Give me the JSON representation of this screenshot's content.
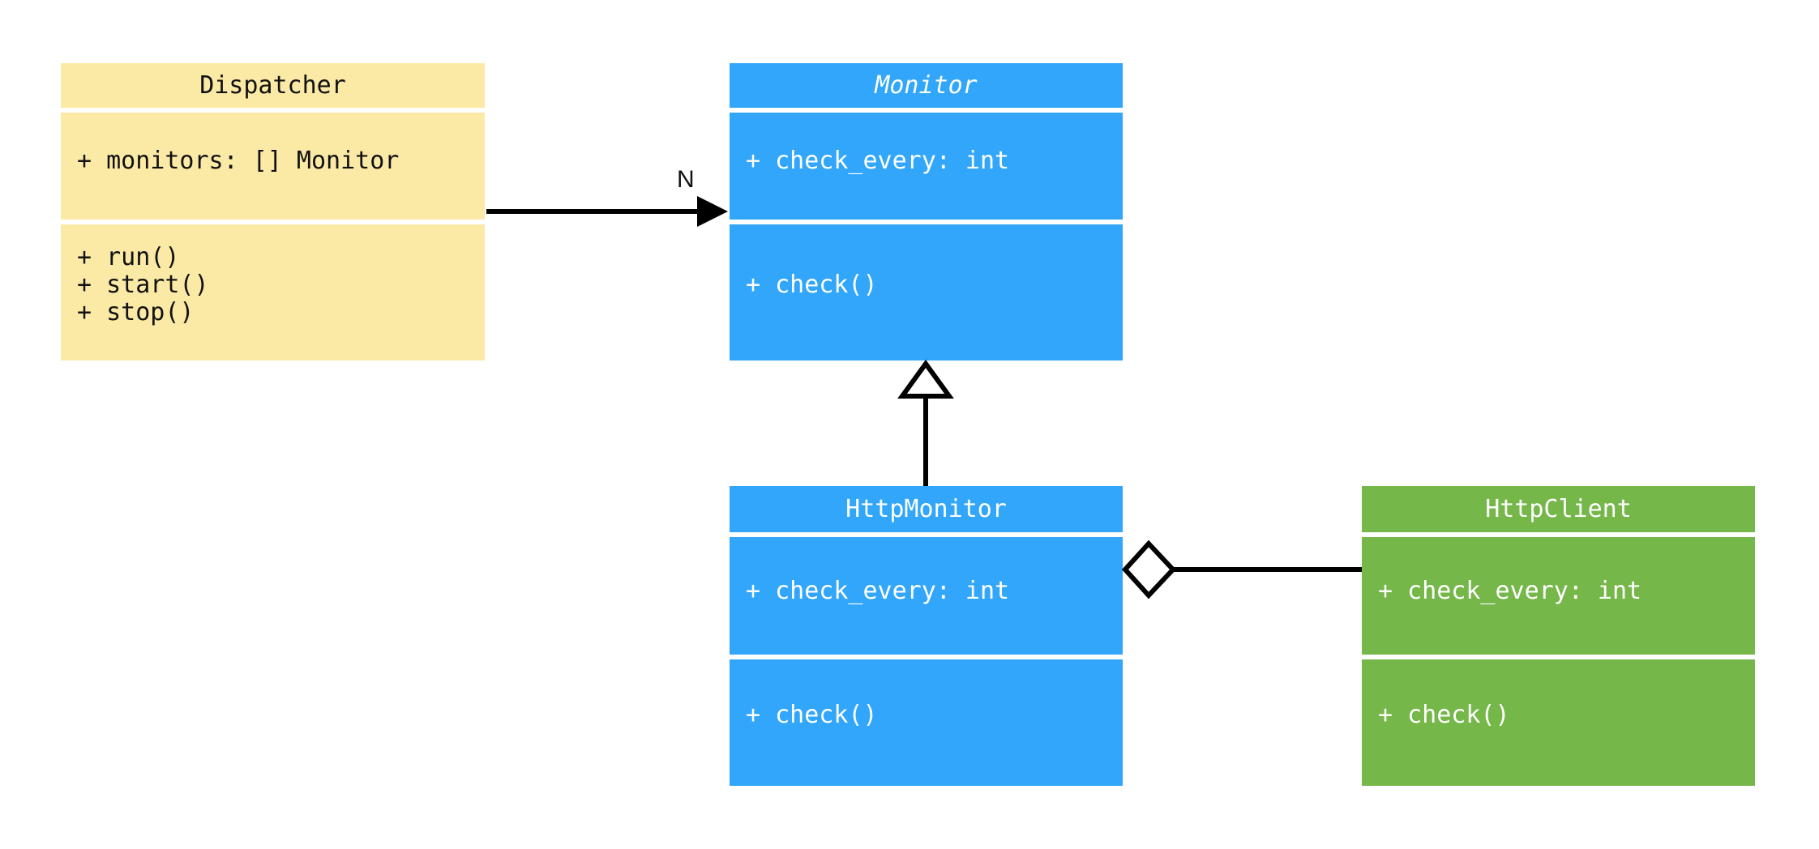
{
  "diagram": {
    "kind": "uml-class-diagram",
    "background": "#ffffff",
    "palette": {
      "yellow": "#fbe9a6",
      "blue": "#31a6fb",
      "green": "#76b74a",
      "line": "#000000",
      "separator": "#ffffff",
      "dark_text": "#111111",
      "light_text": "#ffffff"
    }
  },
  "classes": {
    "dispatcher": {
      "name": "Dispatcher",
      "abstract": false,
      "color": "#fbe9a6",
      "attributes": [
        "+ monitors: [] Monitor"
      ],
      "methods": [
        "+ run()",
        "+ start()",
        "+ stop()"
      ]
    },
    "monitor": {
      "name": "Monitor",
      "abstract": true,
      "color": "#31a6fb",
      "attributes": [
        "+ check_every: int"
      ],
      "methods": [
        "+ check()"
      ]
    },
    "http_monitor": {
      "name": "HttpMonitor",
      "abstract": false,
      "color": "#31a6fb",
      "attributes": [
        "+ check_every: int"
      ],
      "methods": [
        "+ check()"
      ]
    },
    "http_client": {
      "name": "HttpClient",
      "abstract": false,
      "color": "#76b74a",
      "attributes": [
        "+ check_every: int"
      ],
      "methods": [
        "+ check()"
      ]
    }
  },
  "relationships": {
    "dispatcher_to_monitor": {
      "type": "association",
      "from": "Dispatcher",
      "to": "Monitor",
      "multiplicity_label": "N",
      "arrowhead": "filled-triangle"
    },
    "http_monitor_to_monitor": {
      "type": "generalization",
      "from": "HttpMonitor",
      "to": "Monitor",
      "arrowhead": "hollow-triangle"
    },
    "http_monitor_to_http_client": {
      "type": "aggregation",
      "from": "HttpMonitor",
      "to": "HttpClient",
      "arrowhead": "hollow-diamond"
    }
  }
}
